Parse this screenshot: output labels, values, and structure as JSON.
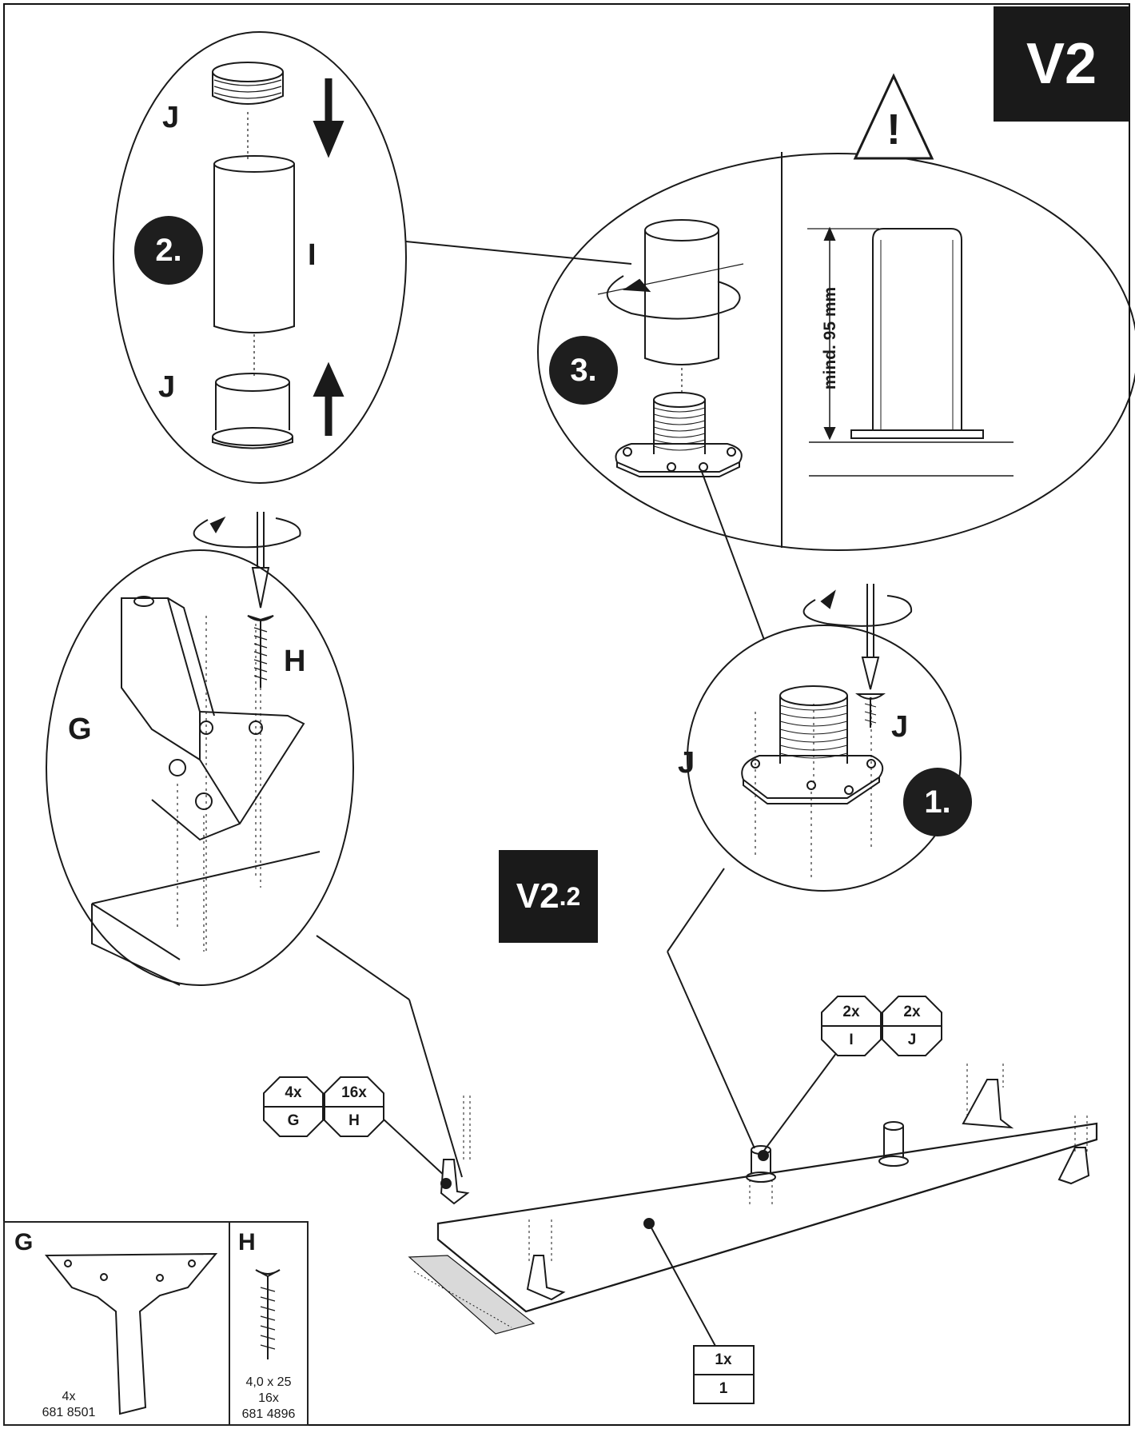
{
  "header": {
    "step_code": "V2",
    "sub_step_code_main": "V2",
    "sub_step_code_small": ".2"
  },
  "warning": {
    "icon": "warning-triangle-icon",
    "symbol": "!"
  },
  "detail_steps": {
    "step1": {
      "number": "1.",
      "labels": [
        "J",
        "J"
      ]
    },
    "step2": {
      "number": "2.",
      "label_top": "J",
      "label_bottom": "J",
      "label_tube": "I"
    },
    "step3": {
      "number": "3."
    }
  },
  "measurement": {
    "text": "mind. 95 mm"
  },
  "leg_detail": {
    "label_leg": "G",
    "label_screw": "H"
  },
  "badges": {
    "fittings_left": [
      {
        "qty": "4x",
        "code": "G"
      },
      {
        "qty": "16x",
        "code": "H"
      }
    ],
    "fittings_right": [
      {
        "qty": "2x",
        "code": "I"
      },
      {
        "qty": "2x",
        "code": "J"
      }
    ],
    "panel": {
      "qty": "1x",
      "code": "1"
    }
  },
  "parts": [
    {
      "letter": "G",
      "qty": "4x",
      "article": "681 8501"
    },
    {
      "letter": "H",
      "size": "4,0 x 25",
      "qty": "16x",
      "article": "681 4896"
    }
  ],
  "colors": {
    "ink": "#1a1a1a",
    "paper": "#ffffff",
    "shade": "#d9d9d9"
  }
}
